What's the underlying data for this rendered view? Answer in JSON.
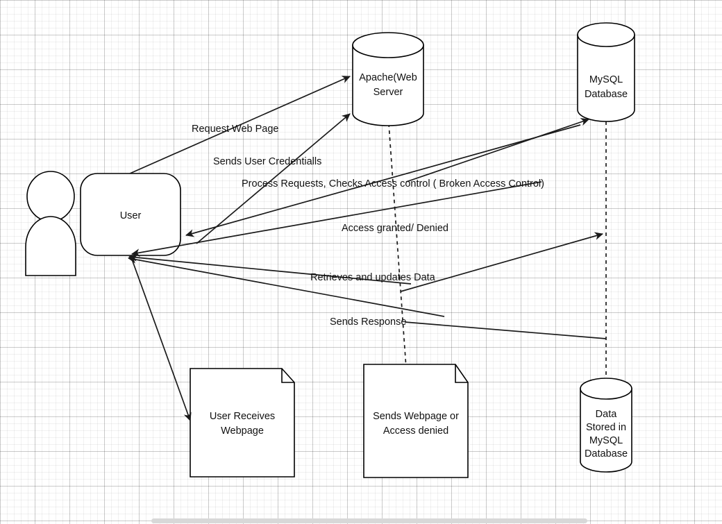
{
  "diagram": {
    "title": "Web Application Access Control Sequence Diagram",
    "background": "#ffffff",
    "grid_minor_color": "#f0f0f0",
    "grid_major_color": "#d9d9d9",
    "stroke_color": "#000000",
    "text_color": "#111111"
  },
  "nodes": {
    "actor": {
      "name": "user-actor",
      "label": ""
    },
    "user_box": {
      "label": "User"
    },
    "apache": {
      "label_line1": "Apache(Web",
      "label_line2": "Server"
    },
    "mysql": {
      "label_line1": "MySQL",
      "label_line2": "Database"
    },
    "doc_user_receives": {
      "label_line1": "User Receives",
      "label_line2": "Webpage"
    },
    "doc_sends_webpage": {
      "label_line1": "Sends Webpage or",
      "label_line2": "Access denied"
    },
    "db_stored": {
      "label_line1": "Data",
      "label_line2": "Stored in",
      "label_line3": "MySQL",
      "label_line4": "Database"
    }
  },
  "edges": [
    {
      "id": "request-web-page",
      "label": "Request Web Page"
    },
    {
      "id": "sends-user-credentials",
      "label": "Sends User Credentialls"
    },
    {
      "id": "process-requests",
      "label": "Process Requests, Checks Access control ( Broken Access Control)"
    },
    {
      "id": "access-granted-denied",
      "label": "Access granted/ Denied"
    },
    {
      "id": "retrieves-updates-data",
      "label": "Retrieves and updates Data"
    },
    {
      "id": "sends-response",
      "label": "Sends Response"
    }
  ],
  "scrollbar": {
    "orientation": "horizontal",
    "thumb_color": "#d8d8d8"
  }
}
